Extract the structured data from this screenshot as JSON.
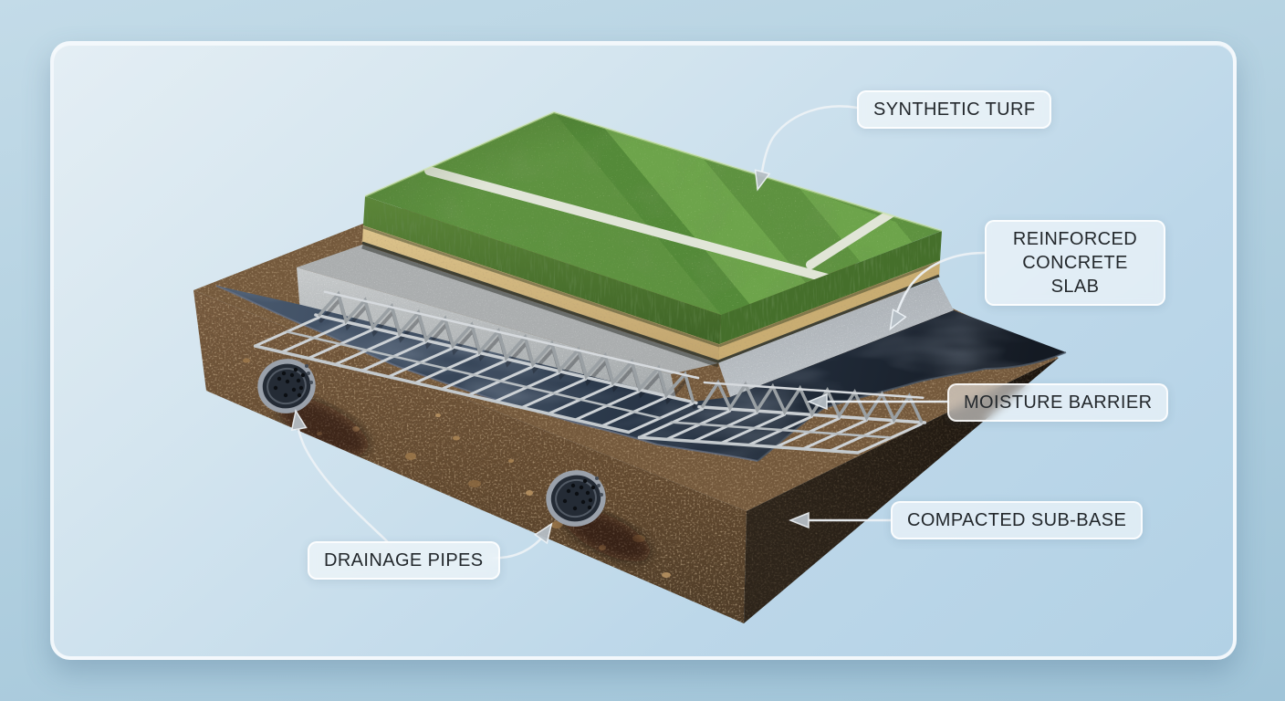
{
  "labels": [
    {
      "id": "synthetic-turf",
      "text": "SYNTHETIC TURF"
    },
    {
      "id": "reinforced-concrete-slab",
      "text": "REINFORCED CONCRETE SLAB"
    },
    {
      "id": "moisture-barrier",
      "text": "MOISTURE BARRIER"
    },
    {
      "id": "compacted-sub-base",
      "text": "COMPACTED SUB-BASE"
    },
    {
      "id": "drainage-pipes",
      "text": "DRAINAGE PIPES"
    }
  ],
  "illustration": {
    "type": "3d-cutaway-layers",
    "drainage_pipe_count": 2,
    "field_marking_lines": 2
  },
  "palette": {
    "background_blue": "#aecddd",
    "panel_blue": "#c8dfec",
    "turf_green": "#5e9240",
    "turf_stripe_light": "#6da44b",
    "field_line_white": "#e8eae0",
    "sand_tan": "#d3b983",
    "concrete_gray": "#b4b8ba",
    "rebar_gray": "#c9ced2",
    "barrier_navy": "#2c3a4c",
    "soil_brown": "#6b5139",
    "soil_dark": "#241c12",
    "pipe_gray": "#9aa1ab",
    "label_bg": "rgba(255,255,255,0.55)",
    "label_text": "#23282c",
    "connector": "#edf2f6"
  }
}
